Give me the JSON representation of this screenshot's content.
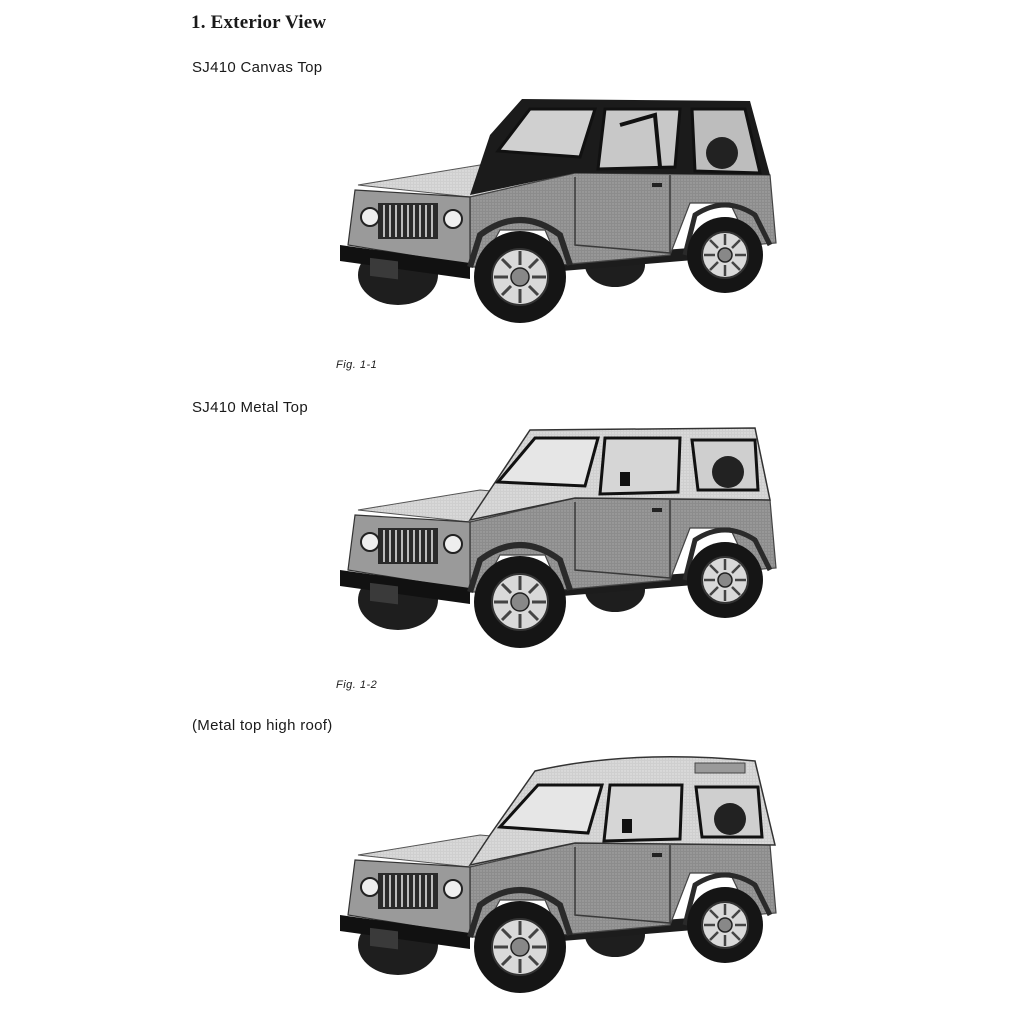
{
  "section": {
    "title": "1.  Exterior View"
  },
  "figures": [
    {
      "caption": "SJ410 Canvas Top",
      "fig_label": "Fig. 1-1",
      "variant": "canvas-top"
    },
    {
      "caption": "SJ410 Metal Top",
      "fig_label": "Fig. 1-2",
      "variant": "metal-top"
    },
    {
      "caption": "(Metal top high roof)",
      "fig_label": "",
      "variant": "metal-top-high-roof"
    }
  ]
}
